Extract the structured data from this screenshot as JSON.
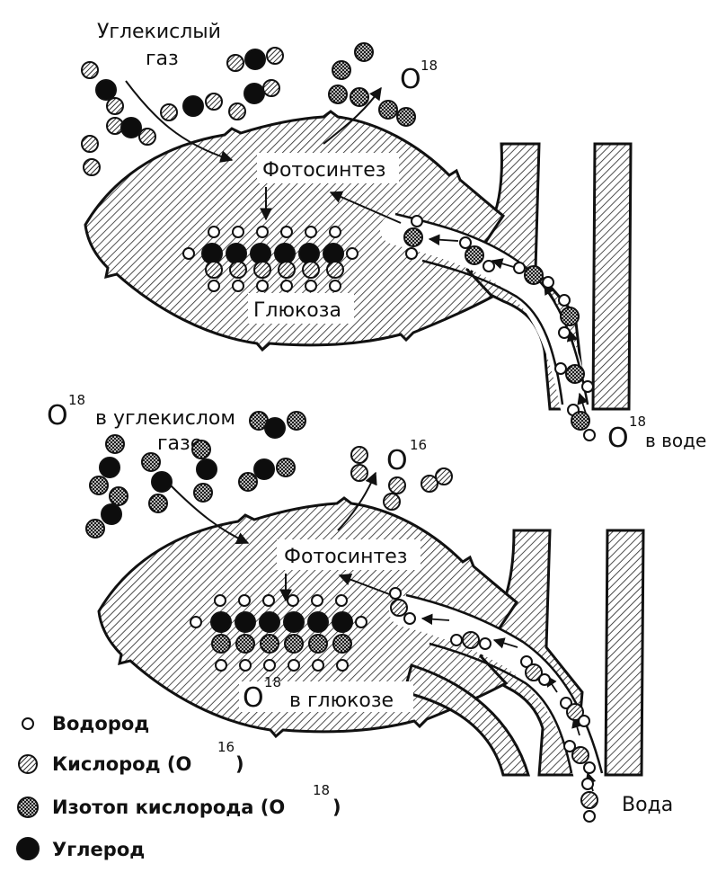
{
  "top": {
    "co2_label_line1": "Углекислый",
    "co2_label_line2": "газ",
    "released_o": "O",
    "released_sup": "18",
    "process_label": "Фотосинтез",
    "product_label": "Глюкоза",
    "water_o": "O",
    "water_sup": "18",
    "water_suffix": "в воде"
  },
  "bottom": {
    "co2_o": "O",
    "co2_sup": "18",
    "co2_label_line1": "в углекислом",
    "co2_label_line2": "газе",
    "released_o": "O",
    "released_sup": "16",
    "process_label": "Фотосинтез",
    "glucose_o": "O",
    "glucose_sup": "18",
    "glucose_suffix": "в глюкозе",
    "water_label": "Вода"
  },
  "legend": {
    "items": [
      {
        "key": "hydrogen",
        "label": "Водород"
      },
      {
        "key": "oxygen16",
        "label": "Кислород (O",
        "sup": "16",
        "close": ")"
      },
      {
        "key": "oxygen18",
        "label": "Изотоп кислорода (O",
        "sup": "18",
        "close": ")"
      },
      {
        "key": "carbon",
        "label": "Углерод"
      }
    ]
  },
  "colors": {
    "ink": "#111111",
    "paper": "#ffffff",
    "hatch": "#222222",
    "carbon": "#0d0d0d"
  }
}
